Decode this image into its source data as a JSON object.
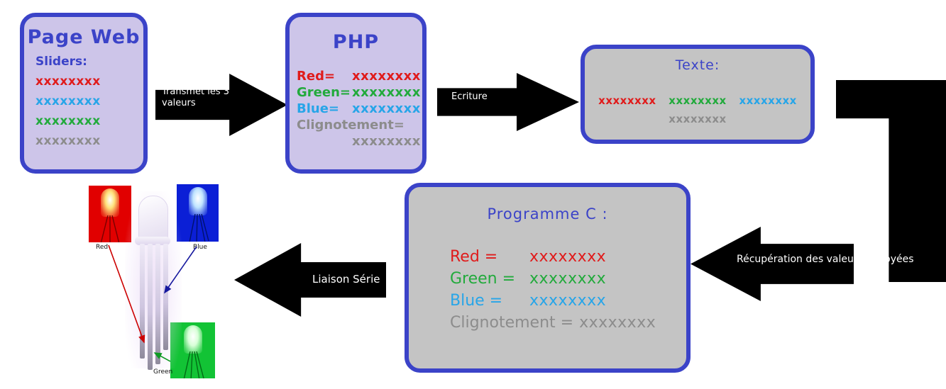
{
  "colors": {
    "border_blue": "#3b43c8",
    "box_lavender": "#cdc5e9",
    "box_gray": "#c4c4c4",
    "red": "#e01b1b",
    "green": "#22aa3c",
    "blue": "#27a5e8",
    "gray": "#8c8c8c",
    "arrow_black": "#000000",
    "label_white": "#ffffff"
  },
  "page_web": {
    "title": "Page Web",
    "sliders_label": "Sliders:",
    "rows": [
      {
        "value": "xxxxxxxx",
        "color": "red"
      },
      {
        "value": "xxxxxxxx",
        "color": "blue"
      },
      {
        "value": "xxxxxxxx",
        "color": "green"
      },
      {
        "value": "xxxxxxxx",
        "color": "gray"
      }
    ]
  },
  "php": {
    "title": "PHP",
    "rows": [
      {
        "key": "Red=",
        "value": "xxxxxxxx",
        "color": "red"
      },
      {
        "key": "Green=",
        "value": "xxxxxxxx",
        "color": "green"
      },
      {
        "key": "Blue=",
        "value": "xxxxxxxx",
        "color": "blue"
      },
      {
        "key": "Clignotement=",
        "value": "xxxxxxxx",
        "color": "gray"
      }
    ]
  },
  "texte": {
    "title": "Texte:",
    "line1": [
      {
        "value": "xxxxxxxx",
        "color": "red"
      },
      {
        "value": "xxxxxxxx",
        "color": "green"
      },
      {
        "value": "xxxxxxxx",
        "color": "blue"
      }
    ],
    "line2": [
      {
        "value": "xxxxxxxx",
        "color": "gray"
      }
    ]
  },
  "programme_c": {
    "title": "Programme C :",
    "rows": [
      {
        "key": "Red =",
        "value": "xxxxxxxx",
        "color": "red"
      },
      {
        "key": "Green =",
        "value": "xxxxxxxx",
        "color": "green"
      },
      {
        "key": "Blue =",
        "value": "xxxxxxxx",
        "color": "blue"
      },
      {
        "key": "Clignotement =",
        "value": "xxxxxxxx",
        "color": "gray"
      }
    ]
  },
  "arrows": {
    "transmet": "Transmet les 3\nvaleurs",
    "ecriture": "Ecriture",
    "recuperation": "Récupération des valeurs envoyées",
    "liaison": "Liaison Série"
  },
  "led": {
    "red_caption": "Red",
    "blue_caption": "Blue",
    "green_caption": "Green"
  }
}
